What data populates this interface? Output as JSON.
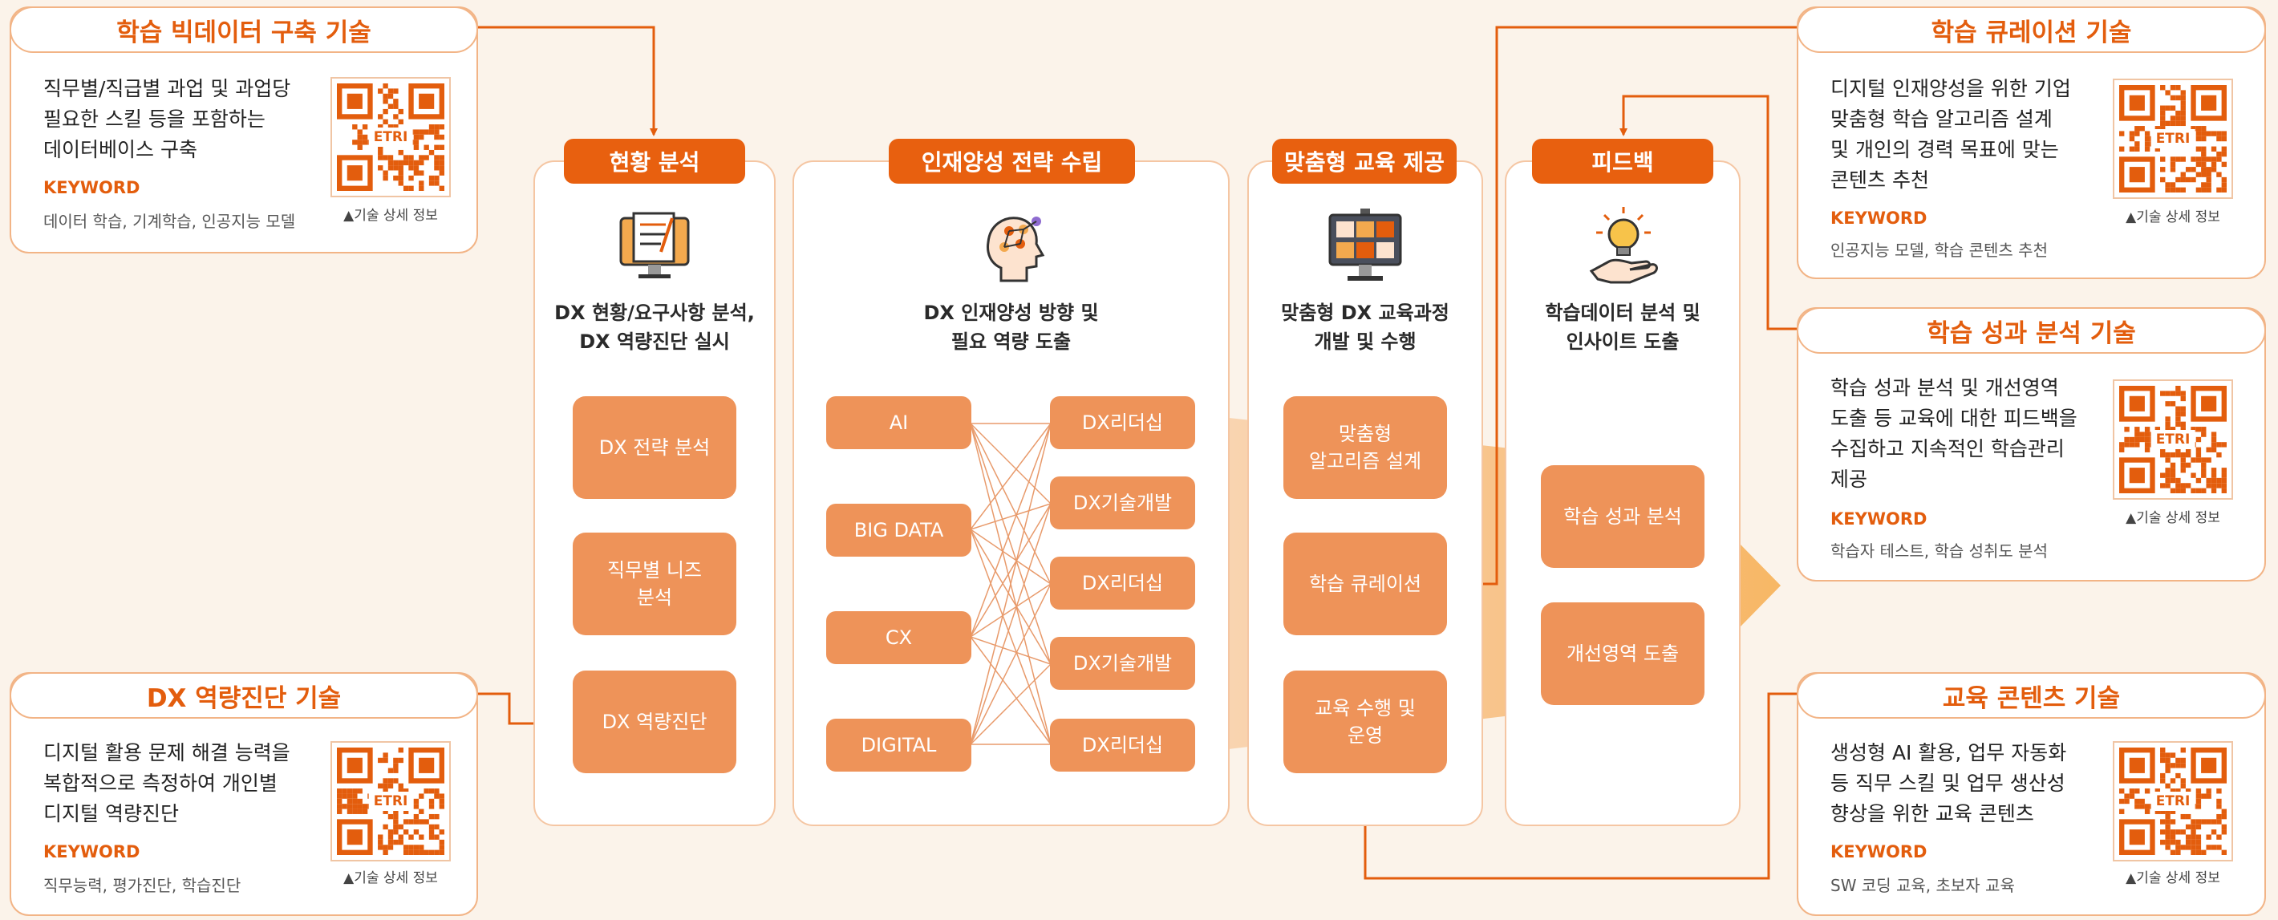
{
  "tech_cards": {
    "bigdata": {
      "title": "학습 빅데이터 구축 기술",
      "desc": "직무별/직급별 과업 및 과업당\n필요한 스킬 등을 포함하는\n데이터베이스 구축",
      "keyword_label": "KEYWORD",
      "keywords": "데이터 학습, 기계학습, 인공지능 모델",
      "qr_caption": "▲기술 상세 정보",
      "qr_logo": "ETRI"
    },
    "dx_diagnosis": {
      "title": "DX 역량진단 기술",
      "desc": "디지털 활용 문제 해결 능력을\n복합적으로 측정하여 개인별\n디지털 역량진단",
      "keyword_label": "KEYWORD",
      "keywords": "직무능력, 평가진단, 학습진단",
      "qr_caption": "▲기술 상세 정보",
      "qr_logo": "ETRI"
    },
    "curation": {
      "title": "학습 큐레이션 기술",
      "desc": "디지털 인재양성을 위한 기업\n맞춤형 학습 알고리즘 설계\n및 개인의 경력 목표에 맞는\n콘텐츠 추천",
      "keyword_label": "KEYWORD",
      "keywords": "인공지능 모델, 학습 콘텐츠 추천",
      "qr_caption": "▲기술 상세 정보",
      "qr_logo": "ETRI"
    },
    "performance": {
      "title": "학습 성과 분석 기술",
      "desc": "학습 성과 분석 및 개선영역\n도출 등 교육에 대한 피드백을\n수집하고 지속적인 학습관리\n제공",
      "keyword_label": "KEYWORD",
      "keywords": "학습자 테스트, 학습 성취도 분석",
      "qr_caption": "▲기술 상세 정보",
      "qr_logo": "ETRI"
    },
    "contents": {
      "title": "교육 콘텐츠 기술",
      "desc": "생성형 AI 활용, 업무 자동화\n등 직무 스킬 및 업무 생산성\n향상을 위한 교육 콘텐츠",
      "keyword_label": "KEYWORD",
      "keywords": "SW 코딩 교육, 초보자 교육",
      "qr_caption": "▲기술 상세 정보",
      "qr_logo": "ETRI"
    }
  },
  "columns": {
    "analysis": {
      "header": "현황 분석",
      "subtitle": "DX 현황/요구사항 분석,\nDX 역량진단 실시",
      "boxes": [
        "DX 전략 분석",
        "직무별 니즈\n분석",
        "DX 역량진단"
      ]
    },
    "strategy": {
      "header": "인재양성 전략 수립",
      "subtitle": "DX 인재양성 방향 및\n필요 역량 도출",
      "left_boxes": [
        "AI",
        "BIG DATA",
        "CX",
        "DIGITAL"
      ],
      "right_boxes": [
        "DX리더십",
        "DX기술개발",
        "DX리더십",
        "DX기술개발",
        "DX리더십"
      ]
    },
    "custom": {
      "header": "맞춤형 교육 제공",
      "subtitle": "맞춤형 DX 교육과정\n개발 및 수행",
      "boxes": [
        "맞춤형\n알고리즘 설계",
        "학습 큐레이션",
        "교육 수행 및\n운영"
      ]
    },
    "feedback": {
      "header": "피드백",
      "subtitle": "학습데이터 분석 및\n인사이트 도출",
      "boxes": [
        "학습 성과 분석",
        "개선영역 도출"
      ]
    }
  },
  "colors": {
    "accent": "#e8600f",
    "box": "#ee9359",
    "border": "#f2b486",
    "background": "#fbf3ea"
  },
  "icons": [
    "monitor-checklist-icon",
    "head-network-icon",
    "video-conference-icon",
    "lightbulb-hand-icon"
  ]
}
